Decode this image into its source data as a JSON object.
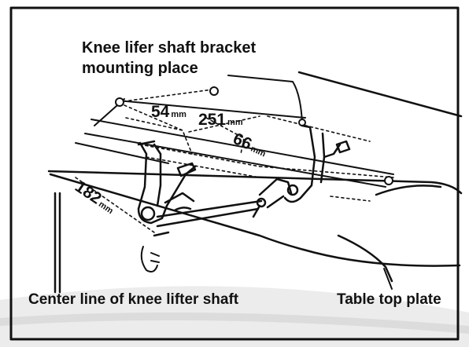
{
  "labels": {
    "title_line1": "Knee lifer shaft bracket",
    "title_line2": "mounting place",
    "center_line": "Center line of knee lifter shaft",
    "table_top": "Table top plate"
  },
  "dimensions": {
    "d54": {
      "value": "54",
      "unit": "mm"
    },
    "d251": {
      "value": "251",
      "unit": "mm"
    },
    "d66": {
      "value": "66",
      "unit": "mm"
    },
    "d182": {
      "value": "182",
      "unit": "mm"
    }
  },
  "colors": {
    "ink": "#111111",
    "background": "#ffffff",
    "shade": "#e4e4e4"
  }
}
